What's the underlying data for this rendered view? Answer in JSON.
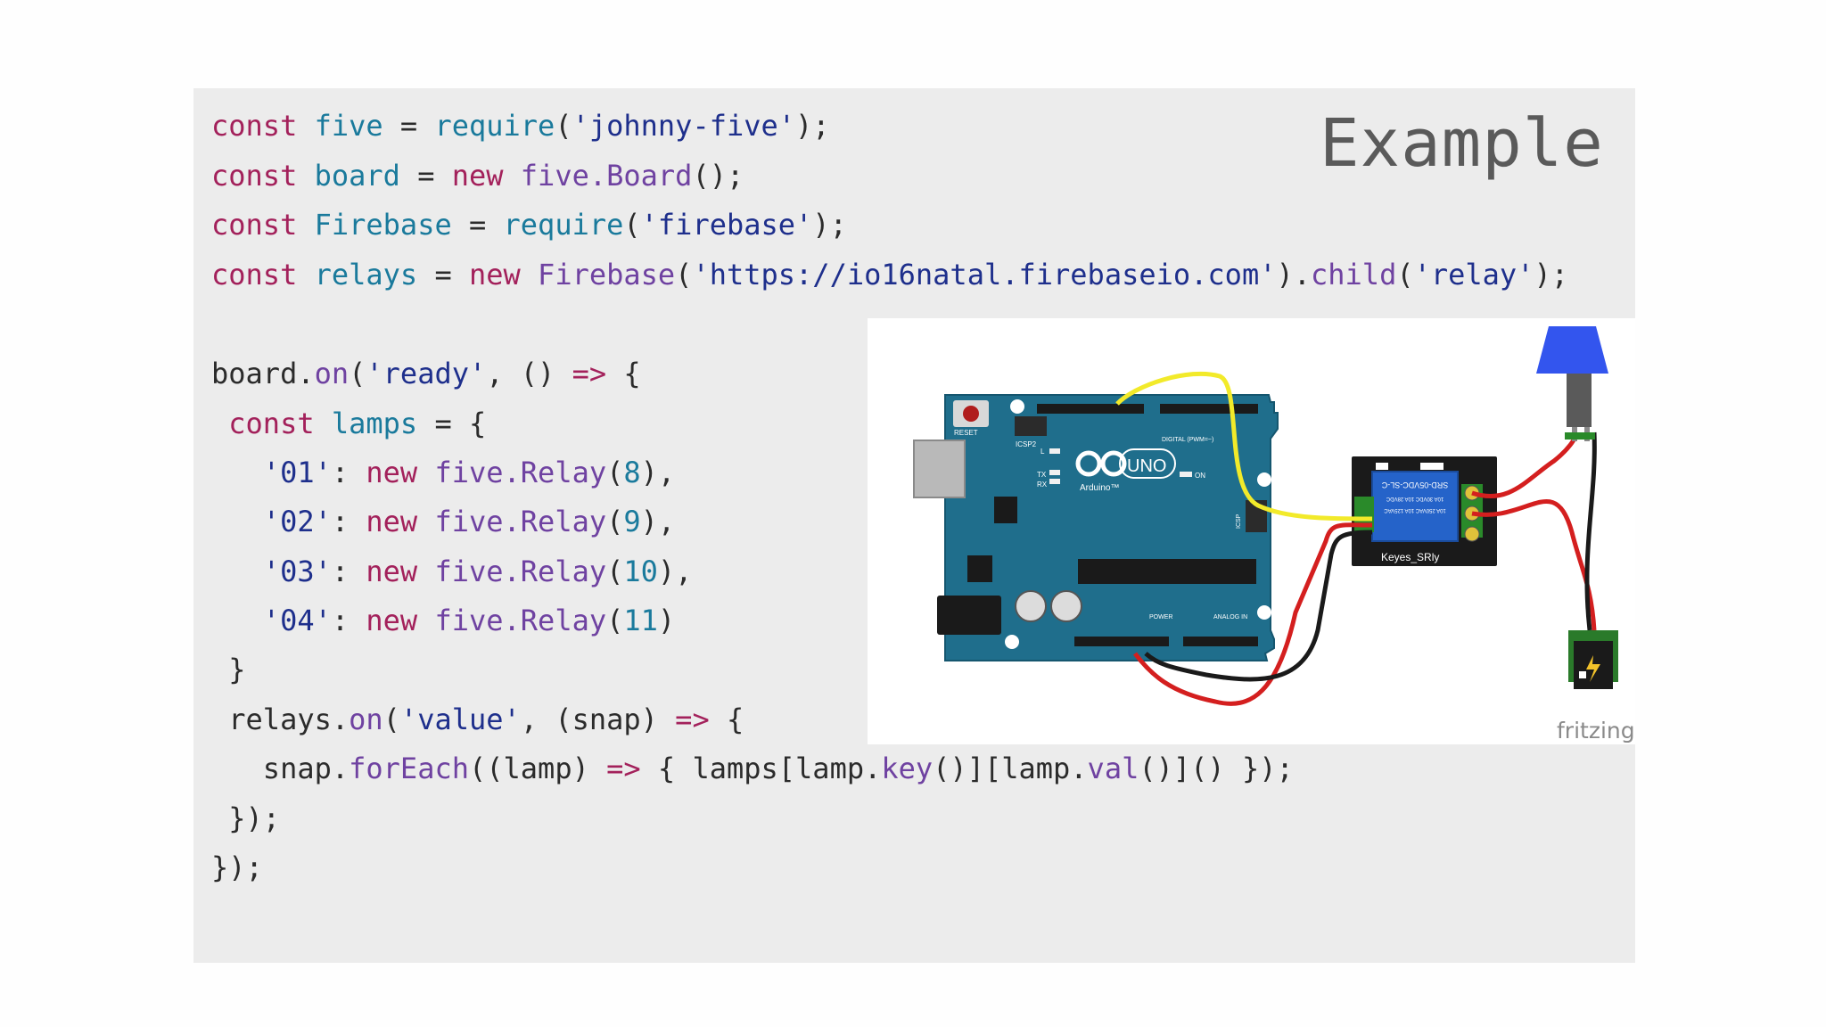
{
  "slide": {
    "title": "Example",
    "code": {
      "l1": {
        "kw": "const",
        "id": "five",
        "eq": " = ",
        "fn": "require",
        "open": "(",
        "str": "'johnny-five'",
        "close": ");"
      },
      "l2": {
        "kw": "const",
        "id": "board",
        "eq": " = ",
        "new": "new",
        "fn": "five.Board",
        "close": "();"
      },
      "l3": {
        "kw": "const",
        "id": "Firebase",
        "eq": " = ",
        "fn": "require",
        "open": "(",
        "str": "'firebase'",
        "close": ");"
      },
      "l4": {
        "kw": "const",
        "id": "relays",
        "eq": " = ",
        "new": "new",
        "fn": "Firebase",
        "open": "(",
        "str": "'https://io16natal.firebaseio.com'",
        "mid": ").",
        "fn2": "child",
        "open2": "(",
        "str2": "'relay'",
        "close": ");"
      },
      "l5": {
        "obj": "board.",
        "fn": "on",
        "open": "(",
        "str": "'ready'",
        "mid": ", () ",
        "arrow": "=>",
        "close": " {"
      },
      "l6": {
        "kw": " const",
        "id": "lamps",
        "eq": " = ",
        "close": "{"
      },
      "l7": {
        "key": "'01'",
        "colon": ": ",
        "new": "new",
        "fn": "five.Relay",
        "open": "(",
        "num": "8",
        "close": "),"
      },
      "l8": {
        "key": "'02'",
        "colon": ": ",
        "new": "new",
        "fn": "five.Relay",
        "open": "(",
        "num": "9",
        "close": "),"
      },
      "l9": {
        "key": "'03'",
        "colon": ": ",
        "new": "new",
        "fn": "five.Relay",
        "open": "(",
        "num": "10",
        "close": "),"
      },
      "l10": {
        "key": "'04'",
        "colon": ": ",
        "new": "new",
        "fn": "five.Relay",
        "open": "(",
        "num": "11",
        "close": ")"
      },
      "l11": {
        "text": " }"
      },
      "l12": {
        "obj": " relays.",
        "fn": "on",
        "open": "(",
        "str": "'value'",
        "mid": ", (snap) ",
        "arrow": "=>",
        "close": " {"
      },
      "l13": {
        "obj": "   snap.",
        "fn": "forEach",
        "mid": "((lamp) ",
        "arrow": "=>",
        "mid2": " { lamps[lamp.",
        "fn2": "key",
        "mid3": "()][lamp.",
        "fn3": "val",
        "close": "()]() });"
      },
      "l14": {
        "text": " });"
      },
      "l15": {
        "text": "});"
      }
    }
  },
  "figure": {
    "board_labels": {
      "reset": "RESET",
      "icsp2": "ICSP2",
      "icsp": "ICSP",
      "l": "L",
      "tx": "TX",
      "rx": "RX",
      "on": "ON",
      "uno": "UNO",
      "arduino": "Arduino™",
      "digital": "DIGITAL (PWM=~)",
      "power": "POWER",
      "analog": "ANALOG IN"
    },
    "relay_labels": {
      "model": "SRD-05VDC-SL-C",
      "spec1": "10A 250VAC 10A 125VAC",
      "spec2": "10A 30VDC 10A 28VDC",
      "name": "Keyes_SRly"
    },
    "credit": "fritzing",
    "colors": {
      "board": "#1f6e8c",
      "relay_module": "#1a1a1a",
      "relay_block": "#2563c9",
      "wire_signal": "#f2ea2a",
      "wire_power": "#d41f1f",
      "wire_ground": "#1a1a1a",
      "lamp": "#3355ee"
    }
  }
}
